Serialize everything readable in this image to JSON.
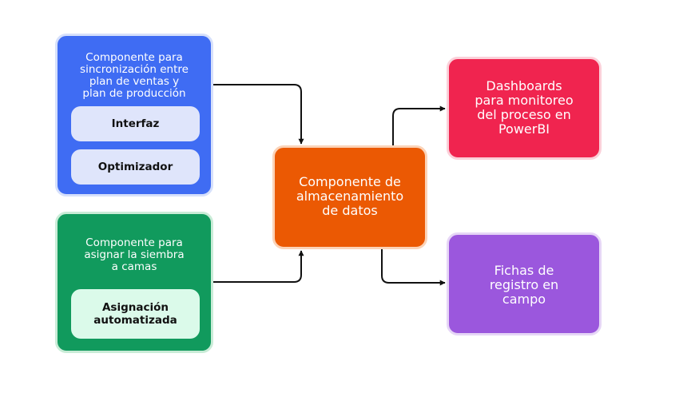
{
  "sync_component": {
    "title": "Componente para\nsincronización entre\nplan de ventas y\nplan de producción",
    "items": [
      "Interfaz",
      "Optimizador"
    ],
    "color": "#3f6cf3"
  },
  "sowing_component": {
    "title": "Componente para\nasignar la siembra\na camas",
    "items": [
      "Asignación\nautomatizada"
    ],
    "color": "#119a5d"
  },
  "storage_component": {
    "title": "Componente de\nalmacenamiento\nde datos",
    "color": "#eb5903"
  },
  "dashboards_component": {
    "title": "Dashboards\npara monitoreo\ndel proceso en\nPowerBI",
    "color": "#f0244f"
  },
  "field_records_component": {
    "title": "Fichas de\nregistro en\ncampo",
    "color": "#9b57dd"
  },
  "connectors": [
    {
      "from": "sync_component",
      "to": "storage_component"
    },
    {
      "from": "sowing_component",
      "to": "storage_component"
    },
    {
      "from": "storage_component",
      "to": "dashboards_component"
    },
    {
      "from": "storage_component",
      "to": "field_records_component"
    }
  ]
}
